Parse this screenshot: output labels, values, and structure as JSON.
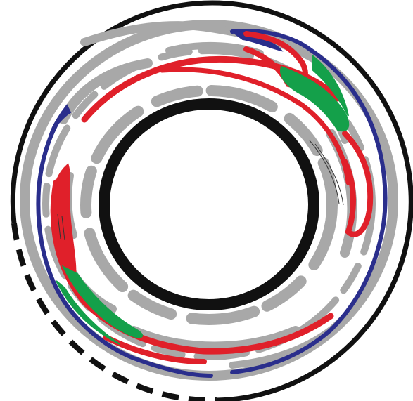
{
  "figure": {
    "kind": "annular-flow-pattern",
    "colors": {
      "background": "#ffffff",
      "boundary": "#111111",
      "red": "#e0202a",
      "blue": "#2a2e8c",
      "green": "#14a04a",
      "gray": "#a8a8a8"
    },
    "layers": [
      {
        "name": "outer-boundary",
        "style": "solid-and-dashed"
      },
      {
        "name": "gray-streaks"
      },
      {
        "name": "blue-band"
      },
      {
        "name": "red-band"
      },
      {
        "name": "green-band"
      },
      {
        "name": "inner-cylinder"
      }
    ]
  }
}
